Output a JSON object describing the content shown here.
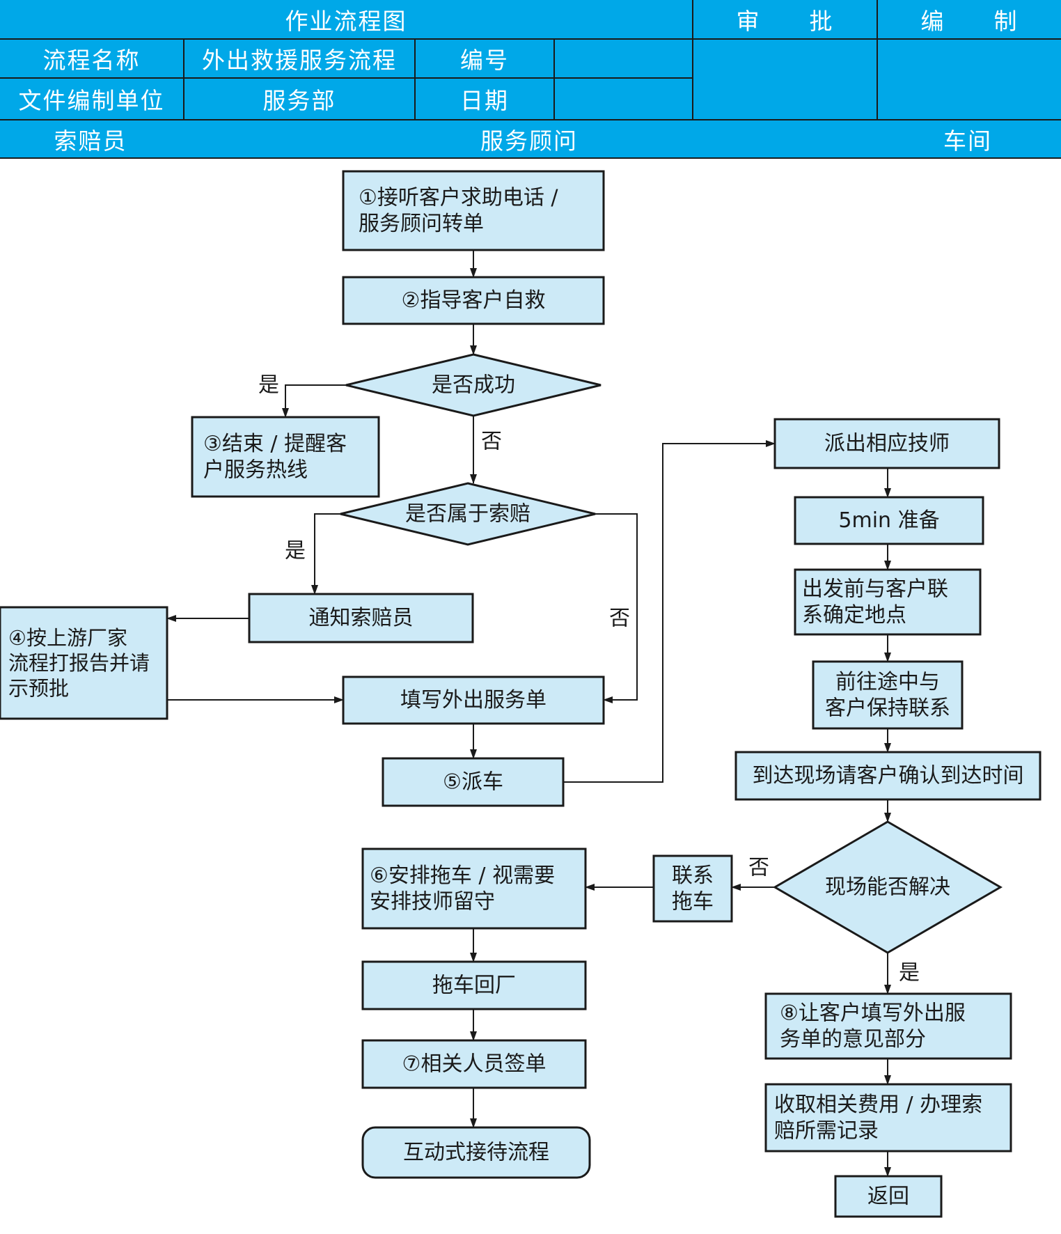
{
  "header": {
    "chart_title": "作业流程图",
    "approve": "审　　批",
    "compile": "编　　制",
    "process_name_label": "流程名称",
    "process_name_value": "外出救援服务流程",
    "number_label": "编号",
    "number_value": "",
    "unit_label": "文件编制单位",
    "unit_value": "服务部",
    "date_label": "日期",
    "date_value": "",
    "lane_left": "索赔员",
    "lane_center": "服务顾问",
    "lane_right": "车间"
  },
  "nodes": {
    "n1": [
      "①接听客户求助电话 /",
      "服务顾问转单"
    ],
    "n2": [
      "②指导客户自救"
    ],
    "d1": [
      "是否成功"
    ],
    "n3": [
      "③结束 / 提醒客",
      "户服务热线"
    ],
    "d2": [
      "是否属于索赔"
    ],
    "notify": [
      "通知索赔员"
    ],
    "n4": [
      "④按上游厂家",
      "流程打报告并请",
      "示预批"
    ],
    "fill": [
      "填写外出服务单"
    ],
    "n5": [
      "⑤派车"
    ],
    "dispatch": [
      "派出相应技师"
    ],
    "prep": [
      "5min 准备"
    ],
    "contact": [
      "出发前与客户联",
      "系确定地点"
    ],
    "route": [
      "前往途中与",
      "客户保持联系"
    ],
    "arrive": [
      "到达现场请客户确认到达时间"
    ],
    "d3": [
      "现场能否解决"
    ],
    "tow_contact": [
      "联系",
      "拖车"
    ],
    "n6": [
      "⑥安排拖车 / 视需要",
      "安排技师留守"
    ],
    "tow_back": [
      "拖车回厂"
    ],
    "n7": [
      "⑦相关人员签单"
    ],
    "interactive": [
      "互动式接待流程"
    ],
    "n8": [
      "⑧让客户填写外出服",
      "务单的意见部分"
    ],
    "fee": [
      "收取相关费用 / 办理索",
      "赔所需记录"
    ],
    "back": [
      "返回"
    ]
  },
  "edge_labels": {
    "d1_yes": "是",
    "d1_no": "否",
    "d2_yes": "是",
    "d2_no": "否",
    "d3_no": "否",
    "d3_yes": "是"
  }
}
